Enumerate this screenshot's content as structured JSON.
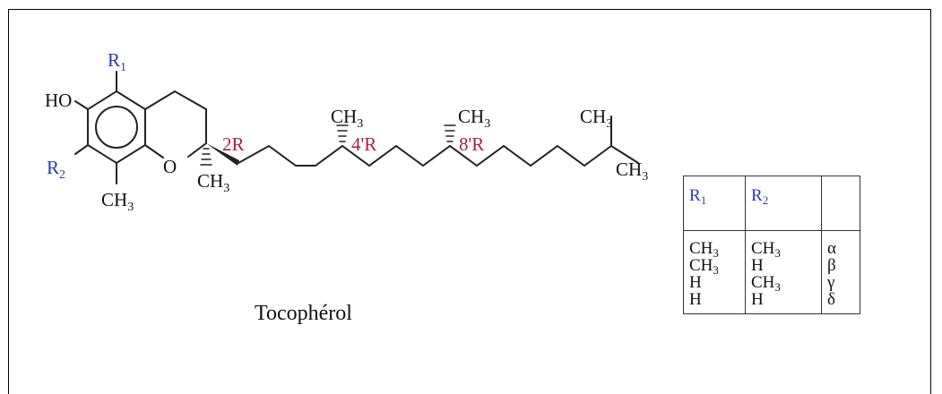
{
  "structure": {
    "labels": {
      "r1": "R",
      "r1_sub": "1",
      "ho": "HO",
      "r2": "R",
      "r2_sub": "2",
      "ch3_ring": "CH",
      "ch3_ring_sub": "3",
      "o": "O",
      "c2_config": "2R",
      "ch3_c2": "CH",
      "ch3_c2_sub": "3",
      "ch3_4": "CH",
      "ch3_4_sub": "3",
      "c4_config": "4'R",
      "ch3_8": "CH",
      "ch3_8_sub": "3",
      "c8_config": "8'R",
      "ch3_term1": "CH",
      "ch3_term1_sub": "3",
      "ch3_term2": "CH",
      "ch3_term2_sub": "3"
    },
    "colors": {
      "r_groups": "#2b3aa8",
      "stereo": "#a8243f",
      "bonds": "#222222"
    }
  },
  "caption": "Tocophérol",
  "table": {
    "headers": {
      "r1": "R",
      "r1_sub": "1",
      "r2": "R",
      "r2_sub": "2"
    },
    "rows": [
      {
        "r1": "CH",
        "r1_sub": "3",
        "r2": "CH",
        "r2_sub": "3",
        "form": "α"
      },
      {
        "r1": "CH",
        "r1_sub": "3",
        "r2": "H",
        "r2_sub": "",
        "form": "β"
      },
      {
        "r1": "H",
        "r1_sub": "",
        "r2": "CH",
        "r2_sub": "3",
        "form": "γ"
      },
      {
        "r1": "H",
        "r1_sub": "",
        "r2": "H",
        "r2_sub": "",
        "form": "δ"
      }
    ]
  }
}
